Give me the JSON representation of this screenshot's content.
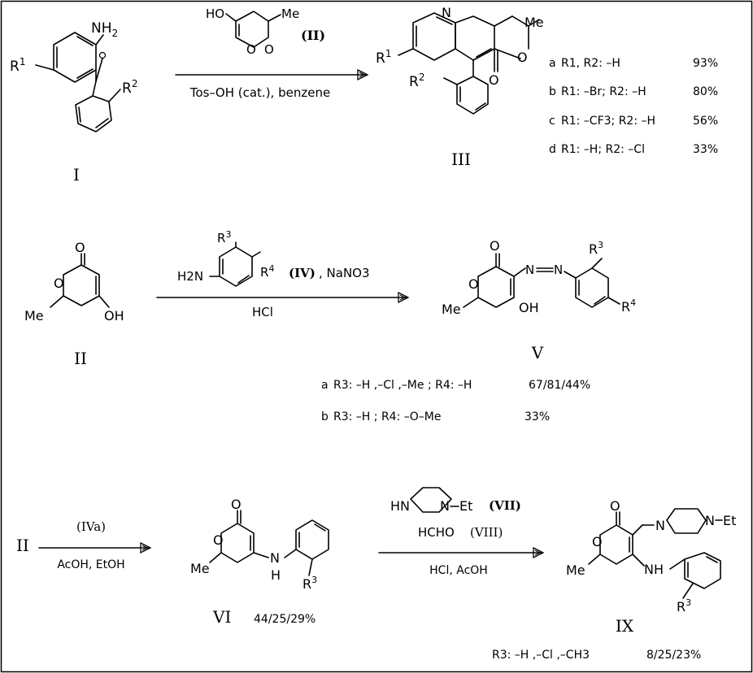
{
  "atoms": {
    "nh2": "NH2",
    "nh2_sub": "2",
    "n": "N",
    "h2n": "H2N",
    "hn": "HN",
    "nh": "NH",
    "h": "H",
    "o": "O",
    "ho": "HO",
    "oh": "OH",
    "me": "Me",
    "et": "Et",
    "r": "R",
    "sup1": "1",
    "sup2": "2",
    "sup3": "3",
    "sup4": "4"
  },
  "row1": {
    "arrow_top_reagent": "(II)",
    "arrow_bottom_reagent": "Tos–OH (cat.), benzene",
    "label_I": "I",
    "label_III": "III",
    "table": [
      {
        "letter": "a",
        "text": "R1, R2: –H",
        "yield": "93%"
      },
      {
        "letter": "b",
        "text": "R1: –Br; R2: –H",
        "yield": "80%"
      },
      {
        "letter": "c",
        "text": "R1: –CF3; R2: –H",
        "yield": "56%"
      },
      {
        "letter": "d",
        "text": "R1: –H; R2: –Cl",
        "yield": "33%"
      }
    ]
  },
  "row2": {
    "label_II": "II",
    "reagent_iv": "(IV)",
    "reagent_nano": ", NaNO3",
    "arrow_bottom_reagent": "HCl",
    "label_V": "V",
    "table": [
      {
        "letter": "a",
        "text": "R3: –H ,–Cl ,–Me ; R4: –H",
        "yield": "67/81/44%"
      },
      {
        "letter": "b",
        "text": "R3: –H ; R4: –O–Me",
        "yield": "33%"
      }
    ]
  },
  "row3": {
    "start_label": "II",
    "arrow1_top": "(IVa)",
    "arrow1_bottom": "AcOH,  EtOH",
    "label_VI": "VI",
    "yield_VI": "44/25/29%",
    "reagent_vii": "(VII)",
    "reagent_hcho": "HCHO",
    "reagent_viii": "(VIII)",
    "arrow2_bottom": "HCl, AcOH",
    "label_IX": "IX",
    "r3_line": "R3: –H ,–Cl ,–CH3",
    "yield_IX": "8/25/23%"
  }
}
